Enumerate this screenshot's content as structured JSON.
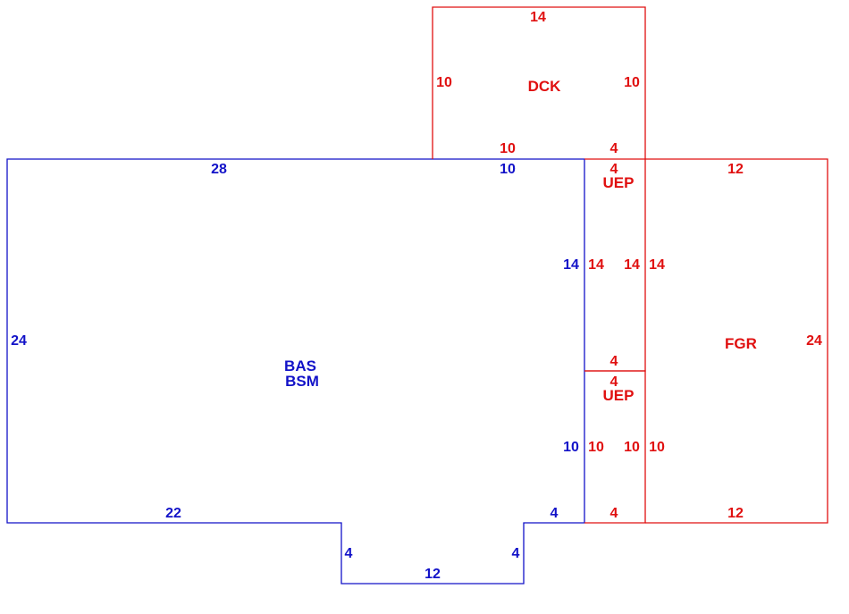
{
  "colors": {
    "main_area": "#1212c8",
    "addition_area": "#e01010",
    "background": "#ffffff"
  },
  "areas": {
    "main": {
      "code_1": "BAS",
      "code_2": "BSM"
    },
    "deck": {
      "code": "DCK"
    },
    "porch_upper": {
      "code": "UEP"
    },
    "porch_lower": {
      "code": "UEP"
    },
    "garage": {
      "code": "FGR"
    }
  },
  "dimensions": {
    "main_top_left": "28",
    "main_top_right": "10",
    "main_left": "24",
    "main_inner_upper": "14",
    "main_inner_lower": "10",
    "main_bottom_left": "22",
    "main_bottom_right": "4",
    "bump_left": "4",
    "bump_right": "4",
    "bump_bottom": "12",
    "deck_top": "14",
    "deck_left": "10",
    "deck_right": "10",
    "deck_bottom_left": "10",
    "deck_bottom_right": "4",
    "uep1_top": "4",
    "uep1_left": "14",
    "uep1_right": "14",
    "uep1_bottom": "4",
    "uep2_top": "4",
    "uep2_left": "10",
    "uep2_right": "10",
    "uep2_bottom": "4",
    "garage_top": "12",
    "garage_left_upper": "14",
    "garage_left_lower": "10",
    "garage_right": "24",
    "garage_bottom": "12"
  }
}
